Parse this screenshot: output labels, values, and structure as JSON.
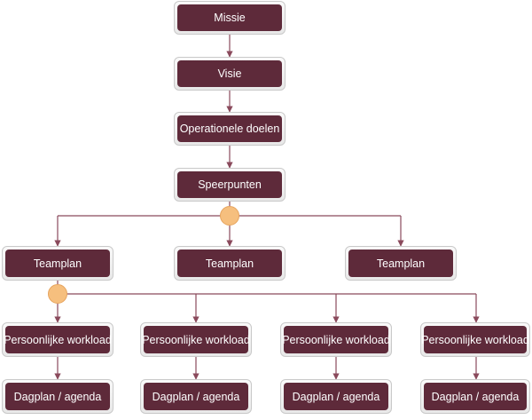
{
  "colors": {
    "box_fill": "#5e2a3a",
    "box_text": "#ffffff",
    "connector": "#8a4a5c",
    "junction": "#f6bf7e"
  },
  "nodes": {
    "missie": "Missie",
    "visie": "Visie",
    "operationele_doelen": "Operationele doelen",
    "speerpunten": "Speerpunten",
    "teamplans": [
      "Teamplan",
      "Teamplan",
      "Teamplan"
    ],
    "workloads": [
      "Persoonlijke workload",
      "Persoonlijke workload",
      "Persoonlijke workload",
      "Persoonlijke workload"
    ],
    "dagplans": [
      "Dagplan / agenda",
      "Dagplan / agenda",
      "Dagplan / agenda",
      "Dagplan / agenda"
    ]
  }
}
